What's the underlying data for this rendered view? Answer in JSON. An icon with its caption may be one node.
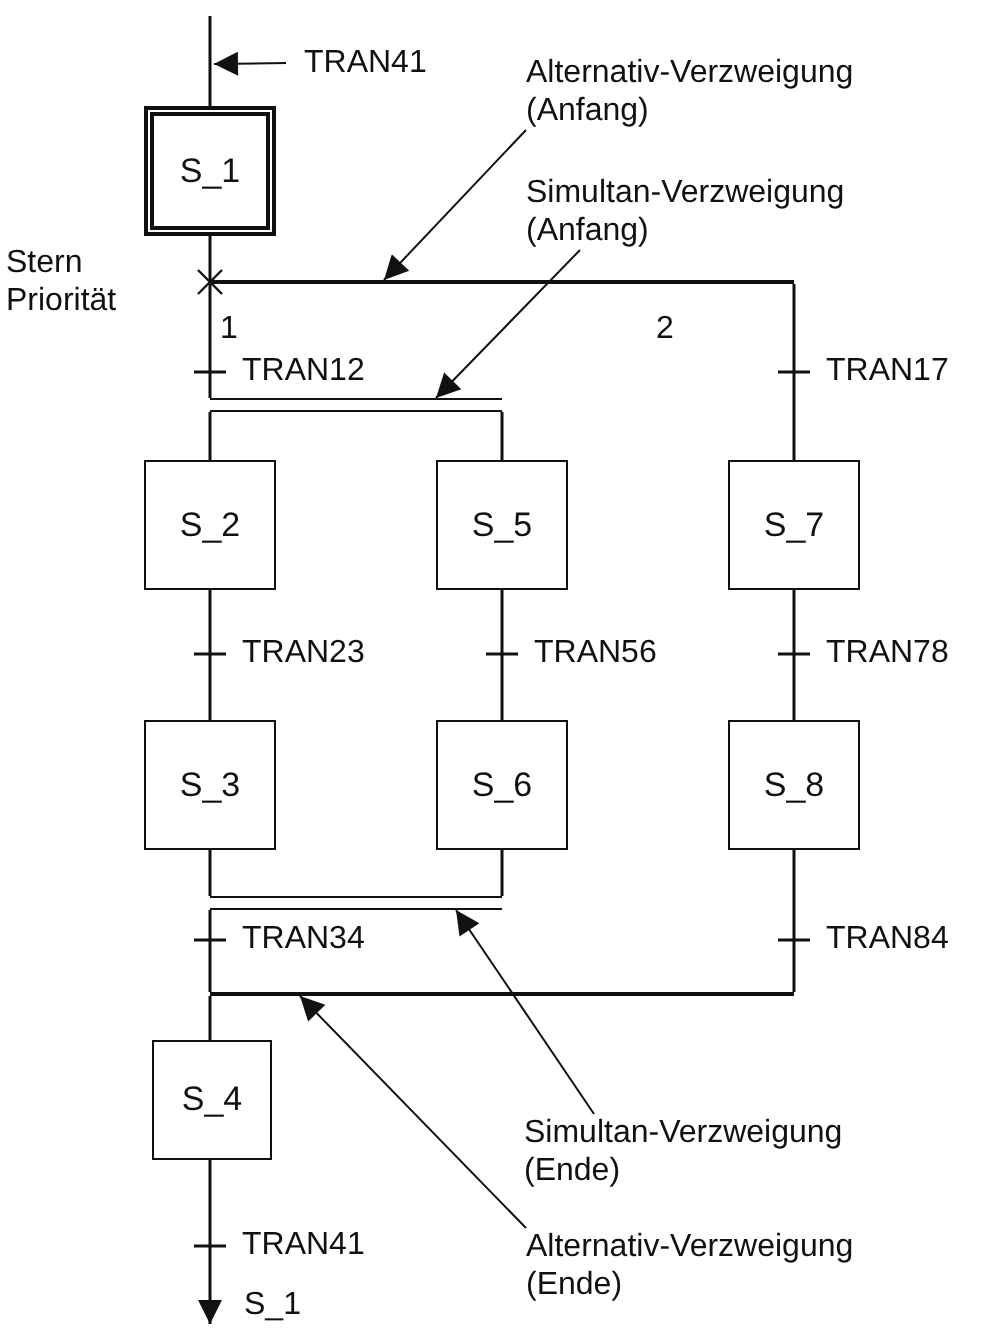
{
  "diagram": {
    "nodes": [
      {
        "text": [
          "S_1"
        ]
      },
      {
        "text": [],
        "shape": "bar"
      },
      {
        "text": [],
        "shape": "bar"
      },
      {
        "text": [
          "S_2"
        ]
      },
      {
        "text": [
          "S_5"
        ]
      },
      {
        "text": [
          "S_7"
        ]
      },
      {
        "text": [
          "S_3"
        ]
      },
      {
        "text": [
          "S_6"
        ]
      },
      {
        "text": [
          "S_8"
        ]
      },
      {
        "text": [],
        "shape": "bar"
      },
      {
        "text": [],
        "shape": "bar"
      },
      {
        "text": [
          "S_4"
        ]
      },
      {
        "text": [
          "S_1"
        ]
      },
      {
        "text": [
          "Alternativ-Verzweigung (Anfang)"
        ]
      },
      {
        "text": [
          "Simultan-Verzweigung (Anfang)"
        ]
      },
      {
        "text": [
          "Simultan-Verzweigung (Ende)"
        ]
      },
      {
        "text": [
          "Alternativ-Verzweigung (Ende)"
        ]
      },
      {
        "text": [
          "TRAN41"
        ]
      }
    ],
    "edges": [
      {
        "from": null,
        "to": 0,
        "arrow": "none"
      },
      {
        "from": 17,
        "to": 0,
        "arrow": "to"
      },
      {
        "from": 0,
        "to": 1,
        "arrow": "none"
      },
      {
        "from": 1,
        "to": 2,
        "arrow": "none",
        "label": "TRAN12"
      },
      {
        "from": 1,
        "to": 5,
        "arrow": "none",
        "label": "TRAN17"
      },
      {
        "from": 2,
        "to": 3,
        "arrow": "none"
      },
      {
        "from": 2,
        "to": 4,
        "arrow": "none"
      },
      {
        "from": 3,
        "to": 6,
        "arrow": "none",
        "label": "TRAN23"
      },
      {
        "from": 4,
        "to": 7,
        "arrow": "none",
        "label": "TRAN56"
      },
      {
        "from": 5,
        "to": 8,
        "arrow": "none",
        "label": "TRAN78"
      },
      {
        "from": 6,
        "to": 9,
        "arrow": "none"
      },
      {
        "from": 7,
        "to": 9,
        "arrow": "none"
      },
      {
        "from": 9,
        "to": 10,
        "arrow": "none",
        "label": "TRAN34"
      },
      {
        "from": 8,
        "to": 10,
        "arrow": "none",
        "label": "TRAN84"
      },
      {
        "from": 10,
        "to": 11,
        "arrow": "none"
      },
      {
        "from": 11,
        "to": 12,
        "arrow": "to",
        "label": "TRAN41"
      },
      {
        "from": 13,
        "to": 1,
        "arrow": "to"
      },
      {
        "from": 14,
        "to": 2,
        "arrow": "to"
      },
      {
        "from": 15,
        "to": 9,
        "arrow": "to"
      },
      {
        "from": 16,
        "to": 10,
        "arrow": "to"
      }
    ],
    "labels": [
      "Stern Priorität",
      "1",
      "2"
    ]
  }
}
